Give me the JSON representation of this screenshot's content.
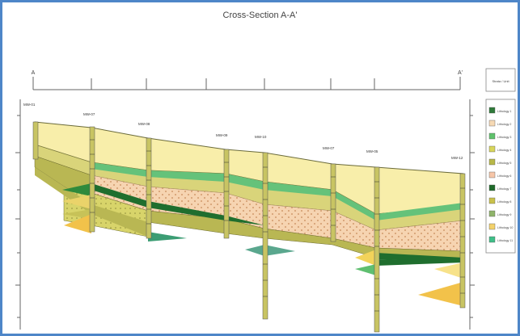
{
  "diagram": {
    "title": "Cross-Section A-A'",
    "end_labels": [
      "A",
      "A'"
    ],
    "well_labels": [
      "MW-01",
      "MW-07",
      "MW-08",
      "MW-09",
      "MW-10",
      "MW-07",
      "MW-05",
      "MW-12"
    ],
    "legend_title": "Strata / Unit",
    "legend_items": [
      {
        "label": "Lithology 1",
        "color": "#2f7a3a"
      },
      {
        "label": "Lithology 2",
        "color": "#f6d9b4"
      },
      {
        "label": "Lithology 3",
        "color": "#5fc26c"
      },
      {
        "label": "Lithology 4",
        "color": "#d8d65a"
      },
      {
        "label": "Lithology 5",
        "color": "#b8b848"
      },
      {
        "label": "Lithology 6",
        "color": "#f7c6a8"
      },
      {
        "label": "Lithology 7",
        "color": "#1f6a2a"
      },
      {
        "label": "Lithology 8",
        "color": "#c9c14a"
      },
      {
        "label": "Lithology 9",
        "color": "#8fb46a"
      },
      {
        "label": "Lithology 10",
        "color": "#f3d26b"
      },
      {
        "label": "Lithology 11",
        "color": "#3fbf88"
      }
    ],
    "colors": {
      "frame": "#4e86c8",
      "upper_sand": "#f8eeaa",
      "yellow_clay": "#d9d47a",
      "green_band": "#65c27a",
      "dark_green": "#1f6e2e",
      "olive": "#b9b753",
      "sand_hatch": "#f6d4b1",
      "orange_lens": "#f2c24a"
    }
  }
}
